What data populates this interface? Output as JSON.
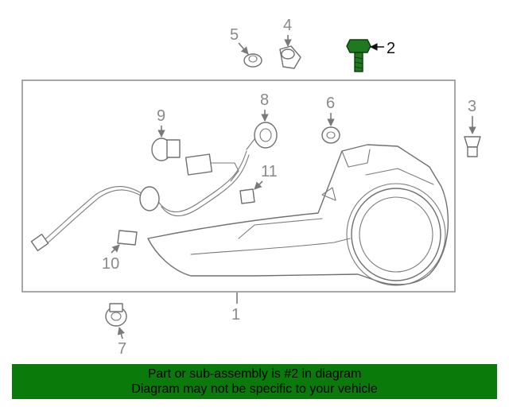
{
  "diagram": {
    "callouts": {
      "c1": "1",
      "c2": "2",
      "c3": "3",
      "c4": "4",
      "c5": "5",
      "c6": "6",
      "c7": "7",
      "c8": "8",
      "c9": "9",
      "c10": "10",
      "c11": "11"
    },
    "highlight_color": "#1f7a1f"
  },
  "banner": {
    "line1": "Part or sub-assembly is #2 in diagram",
    "line2": "Diagram may not be specific to your vehicle",
    "color": "#0a7a0a"
  }
}
